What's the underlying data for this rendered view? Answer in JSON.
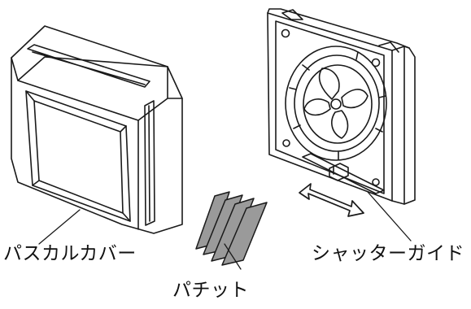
{
  "labels": {
    "pascal_cover": "パスカルカバー",
    "shutter_guide": "シャッターガイド",
    "patch": "パチット"
  },
  "colors": {
    "line": "#1a1a1a",
    "fill_gray": "#9a9a9a",
    "background": "#ffffff"
  }
}
